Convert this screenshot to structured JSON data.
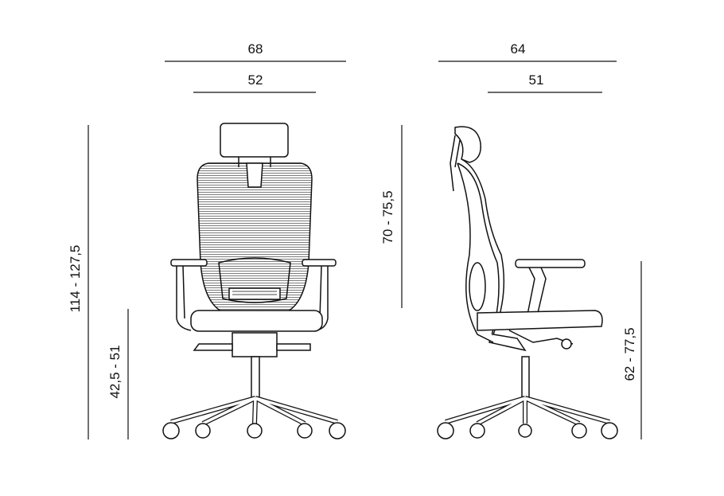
{
  "front_view": {
    "width_overall": "68",
    "width_seat": "52",
    "height_total": "114 - 127,5",
    "height_seat": "42,5 - 51"
  },
  "side_view": {
    "depth_overall": "64",
    "depth_seat": "51",
    "height_backrest": "70 - 75,5",
    "height_armrest": "62 - 77,5"
  },
  "colors": {
    "line": "#111111",
    "background": "#ffffff"
  }
}
